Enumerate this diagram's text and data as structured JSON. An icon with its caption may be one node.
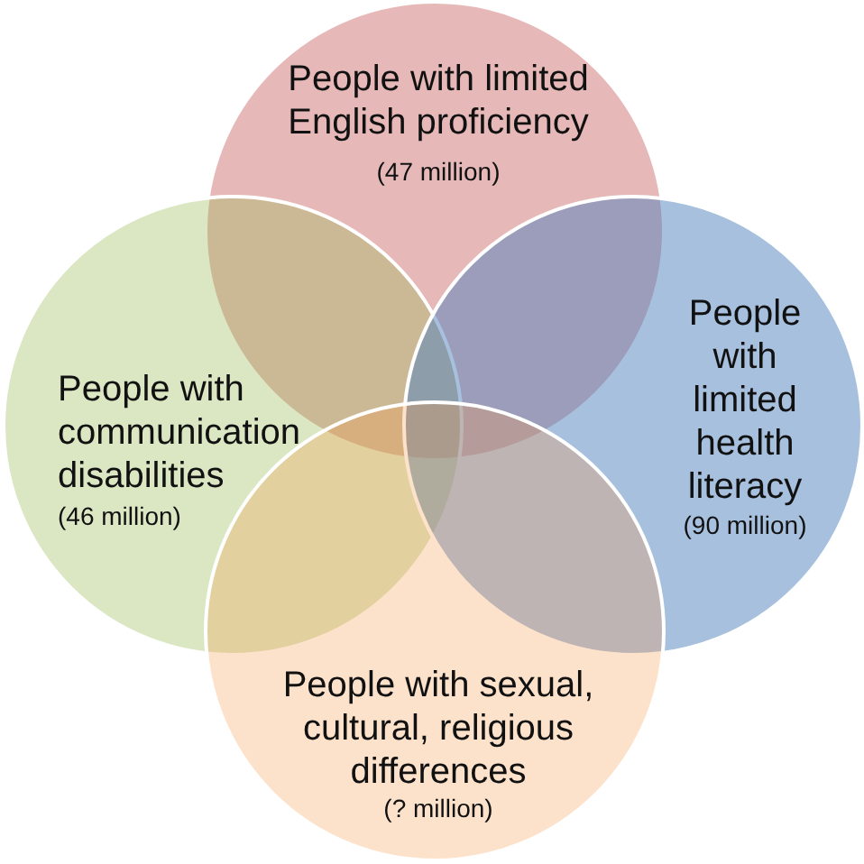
{
  "diagram": {
    "nodes": [
      {
        "text": [
          "People with limited English proficiency",
          "(47 million)"
        ]
      },
      {
        "text": [
          "People with communication disabilities",
          "(46 million)"
        ]
      },
      {
        "text": [
          "People with limited health literacy",
          "(90 million)"
        ]
      },
      {
        "text": [
          "People with sexual, cultural, religious differences",
          "(? million)"
        ]
      }
    ]
  }
}
